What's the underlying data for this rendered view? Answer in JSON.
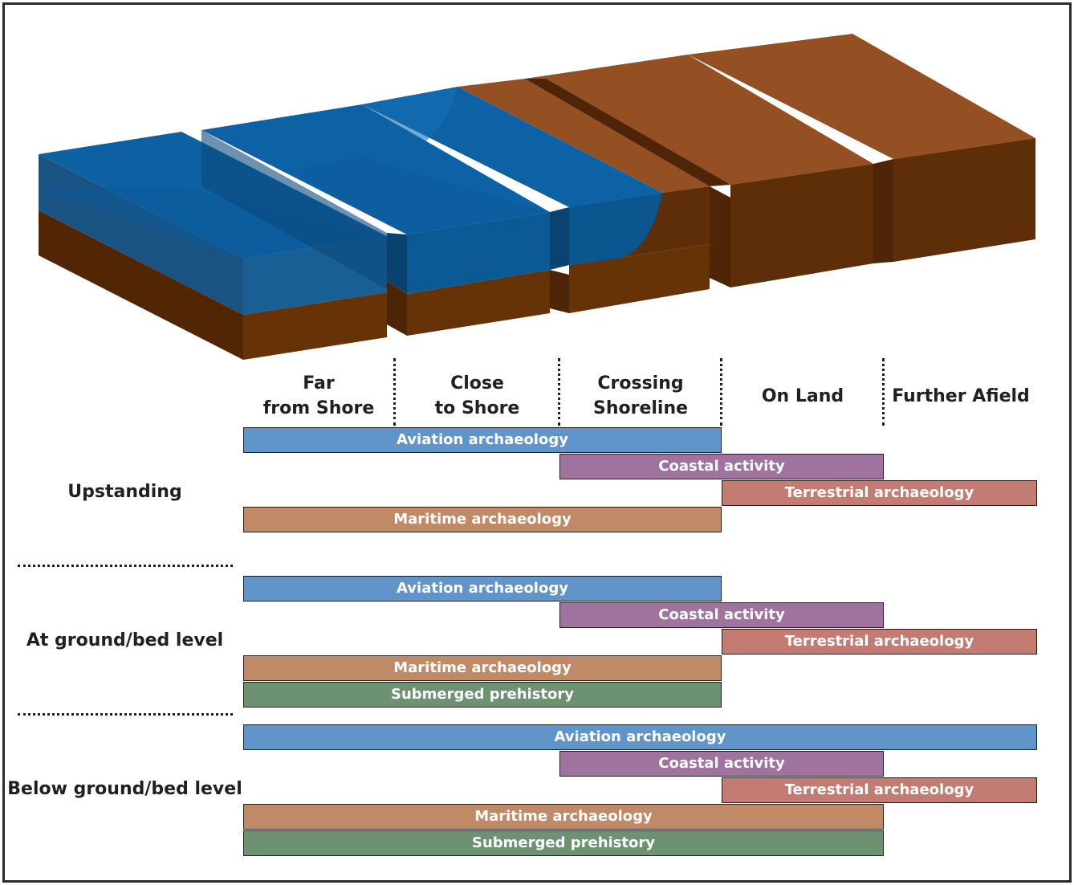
{
  "columns": [
    {
      "key": "far",
      "label": "Far\nfrom Shore"
    },
    {
      "key": "close",
      "label": "Close\nto Shore"
    },
    {
      "key": "crossing",
      "label": "Crossing\nShoreline"
    },
    {
      "key": "land",
      "label": "On Land"
    },
    {
      "key": "afield",
      "label": "Further Afield"
    }
  ],
  "rows": [
    {
      "label": "Upstanding",
      "bars": [
        {
          "label": "Aviation archaeology",
          "from": 0,
          "to": 3,
          "color": "#6194c9"
        },
        {
          "label": "Coastal activity",
          "from": 2,
          "to": 4,
          "color": "#a0739e"
        },
        {
          "label": "Terrestrial archaeology",
          "from": 3,
          "to": 5,
          "color": "#c47c72"
        },
        {
          "label": "Maritime archaeology",
          "from": 0,
          "to": 3,
          "color": "#c08a66"
        }
      ]
    },
    {
      "label": "At ground/bed level",
      "bars": [
        {
          "label": "Aviation archaeology",
          "from": 0,
          "to": 3,
          "color": "#6194c9"
        },
        {
          "label": "Coastal activity",
          "from": 2,
          "to": 4,
          "color": "#a0739e"
        },
        {
          "label": "Terrestrial archaeology",
          "from": 3,
          "to": 5,
          "color": "#c47c72"
        },
        {
          "label": "Maritime archaeology",
          "from": 0,
          "to": 3,
          "color": "#c08a66"
        },
        {
          "label": "Submerged prehistory",
          "from": 0,
          "to": 3,
          "color": "#6d9272"
        }
      ]
    },
    {
      "label": "Below ground/bed level",
      "bars": [
        {
          "label": "Aviation archaeology",
          "from": 0,
          "to": 5,
          "color": "#6194c9"
        },
        {
          "label": "Coastal activity",
          "from": 2,
          "to": 4,
          "color": "#a0739e"
        },
        {
          "label": "Terrestrial archaeology",
          "from": 3,
          "to": 5,
          "color": "#c47c72"
        },
        {
          "label": "Maritime archaeology",
          "from": 0,
          "to": 4,
          "color": "#c08a66"
        },
        {
          "label": "Submerged prehistory",
          "from": 0,
          "to": 4,
          "color": "#6d9272"
        }
      ]
    }
  ],
  "colors": {
    "water": "#0f64a8",
    "land_top": "#944f22",
    "land_front": "#5e2e09",
    "land_side": "#4e2506"
  }
}
